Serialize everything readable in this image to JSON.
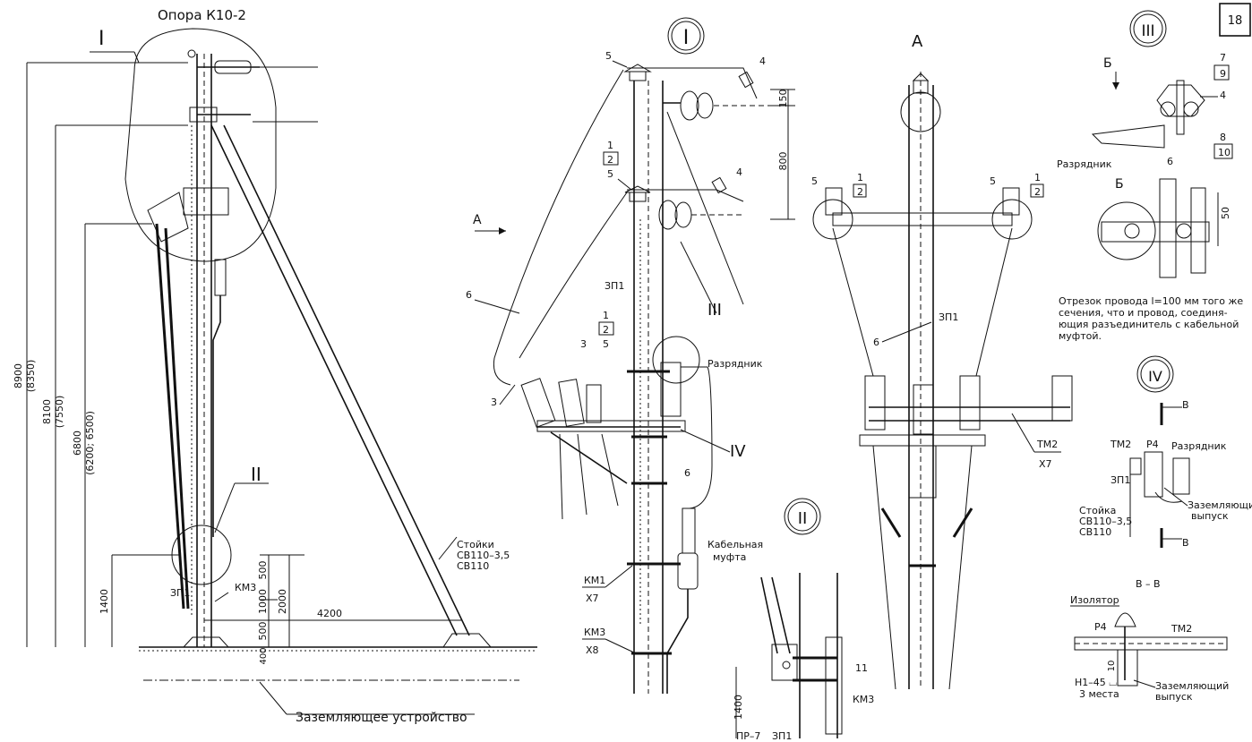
{
  "sheet_number": "18",
  "support_title": "Опора К10-2",
  "view_markers": {
    "I": "I",
    "II": "II",
    "III": "III",
    "IV": "IV"
  },
  "view_labels": {
    "A_view": "А",
    "A_arrow": "А",
    "B_view": "Б",
    "B_mid": "Б",
    "V": "В",
    "VV": "В – В"
  },
  "dimensions_vertical": {
    "d8900": "8900",
    "d8350": "(8350)",
    "d8100": "8100",
    "d7550": "(7550)",
    "d6800": "6800",
    "d6200": "(6200; 6500)",
    "d1400": "1400",
    "d500a": "500",
    "d1000": "1000",
    "d2000": "2000",
    "d500b": "500",
    "d400": "400",
    "d150": "150",
    "d800": "800",
    "d50": "50",
    "d1400b": "1400",
    "d10": "10"
  },
  "dimensions_horizontal": {
    "d4200": "4200"
  },
  "labels_main": {
    "zp1": "ЗП1",
    "km3": "КМ3",
    "stoyki": "Стойки",
    "sv1": "СВ110–3,5",
    "sv2": "СВ110",
    "ground": "Заземляющее устройство"
  },
  "labels_view1": {
    "n5a": "5",
    "n4a": "4",
    "n1a": "1",
    "n2a": "2",
    "n5b": "5",
    "n4b": "4",
    "zp1": "ЗП1",
    "n6": "6",
    "n1b": "1",
    "n2b": "2",
    "n5c": "5",
    "n3a": "3",
    "n3b": "3",
    "arrester": "Разрядник",
    "n6b": "6",
    "cable1": "Кабельная",
    "cable2": "муфта",
    "km1": "КМ1",
    "x7": "Х7",
    "km3": "КМ3",
    "x8": "Х8"
  },
  "labels_viewA": {
    "n5l": "5",
    "n1l": "1",
    "n2l": "2",
    "n5r": "5",
    "n1r": "1",
    "n2r": "2",
    "zp1": "ЗП1",
    "n6": "6",
    "tm2": "ТМ2",
    "x7": "Х7"
  },
  "labels_view3": {
    "n7": "7",
    "n9": "9",
    "n4": "4",
    "n8": "8",
    "n10": "10",
    "n6": "6",
    "arrester": "Разрядник",
    "note1": "Отрезок провода l=100 мм того же",
    "note2": "сечения, что и провод, соединя-",
    "note3": "ющия разъединитель с кабельной",
    "note4": "муфтой."
  },
  "labels_view4": {
    "tm2": "ТМ2",
    "p4": "Р4",
    "arrester": "Разрядник",
    "zp1": "ЗП1",
    "stoyka": "Стойка",
    "sv1": "СВ110–3,5",
    "sv2": "СВ110",
    "g1": "Заземляющий",
    "g2": "выпуск"
  },
  "labels_vv": {
    "insulator": "Изолятор",
    "p4": "Р4",
    "tm2": "ТМ2",
    "n1": "Н1–45 ⌴",
    "n2": "3 места",
    "g1": "Заземляющий",
    "g2": "выпуск"
  },
  "labels_view2": {
    "n11": "11",
    "km3": "КМ3",
    "pr7": "ПР–7",
    "zp1": "ЗП1"
  }
}
